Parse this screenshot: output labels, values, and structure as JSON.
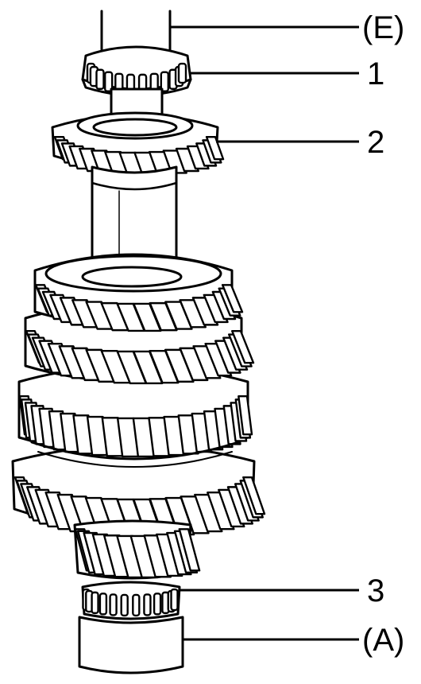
{
  "callouts": {
    "e": "(E)",
    "one": "1",
    "two": "2",
    "three": "3",
    "a": "(A)"
  },
  "colors": {
    "line": "#000000",
    "background": "#ffffff"
  }
}
